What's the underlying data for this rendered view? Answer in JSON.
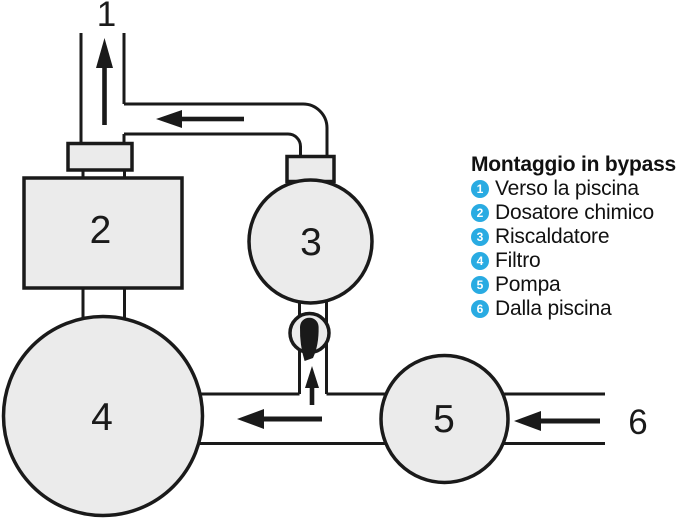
{
  "legend": {
    "title": "Montaggio in bypass",
    "items": [
      {
        "num": "1",
        "label": "Verso la piscina"
      },
      {
        "num": "2",
        "label": "Dosatore chimico"
      },
      {
        "num": "3",
        "label": "Riscaldatore"
      },
      {
        "num": "4",
        "label": "Filtro"
      },
      {
        "num": "5",
        "label": "Pompa"
      },
      {
        "num": "6",
        "label": "Dalla piscina"
      }
    ]
  },
  "numbers": {
    "n1": "1",
    "n2": "2",
    "n3": "3",
    "n4": "4",
    "n5": "5",
    "n6": "6"
  },
  "colors": {
    "badge_cyan": "#29ABE2",
    "shape_fill": "#EBEBEB",
    "line_black": "#1A1A1A",
    "background": "#FFFFFF"
  }
}
